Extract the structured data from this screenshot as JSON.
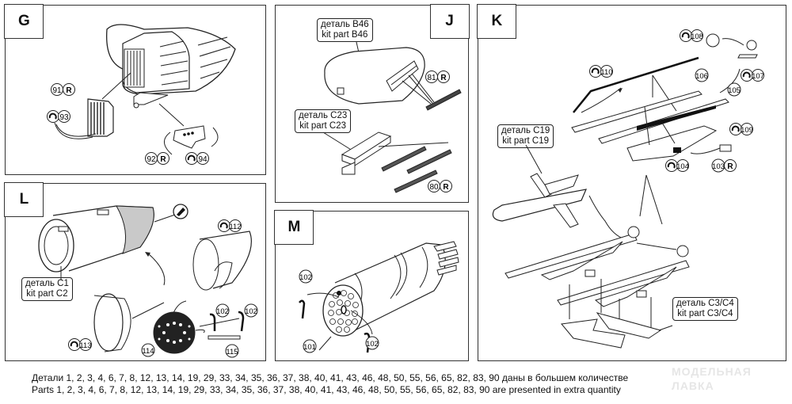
{
  "panels": {
    "G": {
      "letter": "G",
      "part_labels": {
        "p91": "91",
        "r91": "R",
        "p93": "93",
        "p92": "92",
        "r92": "R",
        "p94": "94"
      }
    },
    "J": {
      "letter": "J",
      "callout_b46": {
        "ru": "деталь B46",
        "en": "kit part B46"
      },
      "callout_c23": {
        "ru": "деталь C23",
        "en": "kit part C23"
      },
      "part_labels": {
        "p81": "81",
        "r81": "R",
        "p80": "80",
        "r80": "R"
      }
    },
    "K": {
      "letter": "K",
      "callout_c19": {
        "ru": "деталь C19",
        "en": "kit part C19"
      },
      "callout_c3c4": {
        "ru": "деталь C3/C4",
        "en": "kit part C3/C4"
      },
      "part_labels": {
        "p108": "108",
        "p110": "110",
        "p106": "106",
        "p107": "107",
        "p105": "105",
        "p109": "109",
        "p104": "104",
        "p103": "103",
        "r103": "R"
      }
    },
    "L": {
      "letter": "L",
      "callout_c1": {
        "ru": "деталь C1",
        "en": "kit part C2"
      },
      "part_labels": {
        "p112": "112",
        "p102a": "102",
        "p102b": "102",
        "p113": "113",
        "p114": "114",
        "p115": "115"
      }
    },
    "M": {
      "letter": "M",
      "part_labels": {
        "p102a": "102",
        "p102b": "102",
        "p101": "101"
      }
    }
  },
  "footer": {
    "ru": "Детали 1, 2, 3, 4, 6, 7, 8, 12, 13, 14, 19, 29, 33, 34, 35, 36, 37, 38, 40, 41, 43, 46, 48, 50, 55, 56, 65, 82, 83, 90 даны в большем количестве",
    "en": "Parts 1, 2, 3, 4, 6, 7, 8, 12, 13, 14, 19, 29, 33, 34, 35, 36, 37, 38, 40, 41, 43, 46, 48, 50, 55, 56, 65, 82, 83, 90 are presented in extra quantity"
  },
  "watermark": {
    "line1": "МОДЕЛЬНАЯ",
    "line2": "ЛАВКА"
  },
  "icons": {
    "bend": "rotate-arrow-icon",
    "resin": "R-badge-icon",
    "paint": "paint-brush-icon"
  }
}
